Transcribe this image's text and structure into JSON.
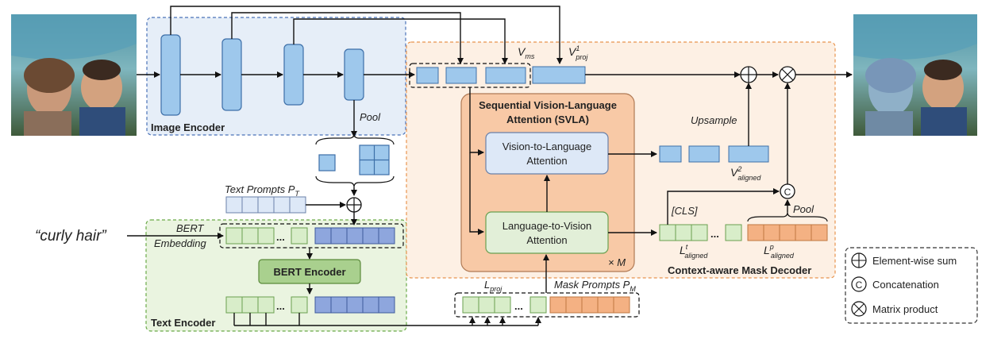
{
  "input_text": "“curly hair”",
  "image_encoder": {
    "label": "Image Encoder",
    "pool": "Pool"
  },
  "text_encoder": {
    "label": "Text Encoder",
    "bert_encoder": "BERT Encoder",
    "bert_embedding_1": "BERT",
    "bert_embedding_2": "Embedding"
  },
  "text_prompts": "Text Prompts P",
  "text_prompts_sub": "T",
  "v_ms": "V",
  "v_ms_sub": "ms",
  "v_proj": "V",
  "v_proj_sup": "1",
  "v_proj_sub": "proj",
  "svla": {
    "title_1": "Sequential Vision-Language",
    "title_2": "Attention (SVLA)",
    "v2l_1": "Vision-to-Language",
    "v2l_2": "Attention",
    "l2v_1": "Language-to-Vision",
    "l2v_2": "Attention",
    "repeat": "× M"
  },
  "upsample": "Upsample",
  "v_aligned": "V",
  "v_aligned_sup": "2",
  "v_aligned_sub": "aligned",
  "cls": "[CLS]",
  "pool2": "Pool",
  "l_t_aligned": "L",
  "l_t_sup": "t",
  "l_t_sub": "aligned",
  "l_p_aligned": "L",
  "l_p_sup": "p",
  "l_p_sub": "aligned",
  "decoder_label": "Context-aware Mask Decoder",
  "l_proj": "L",
  "l_proj_sub": "proj",
  "mask_prompts": "Mask Prompts P",
  "mask_prompts_sub": "M",
  "ellipsis": "...",
  "concat_symbol": "C",
  "legend": {
    "sum": "Element-wise sum",
    "concat": "Concatenation",
    "matmul": "Matrix product"
  },
  "colors": {
    "blue": "#9ec8ec",
    "green": "#d8edc9",
    "purple": "#8ea6dd",
    "orange": "#f4b183",
    "svla_bg": "#f8c9a6",
    "light_blue": "#dde8f7"
  }
}
